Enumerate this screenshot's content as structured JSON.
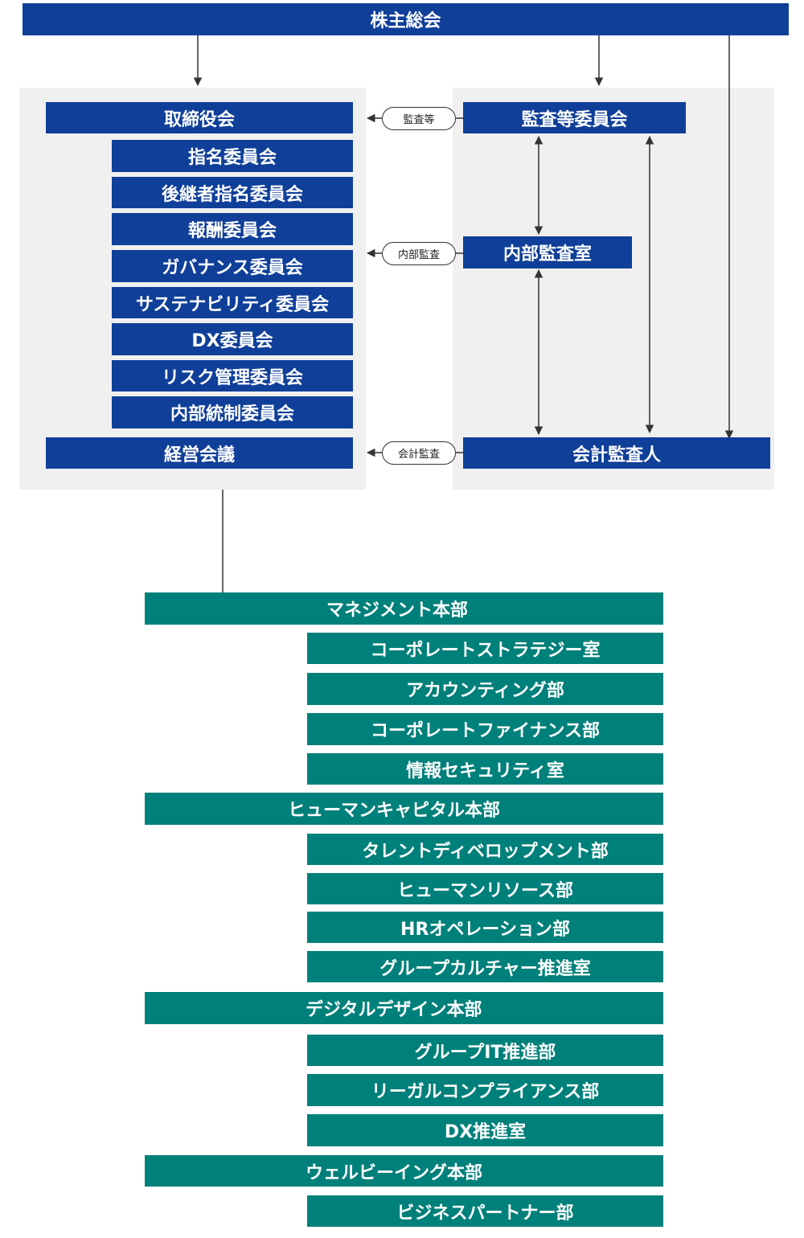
{
  "colors": {
    "governance": "#0f3f99",
    "organization": "#00807a",
    "panel": "#f0f0f0",
    "connector": "#333333"
  },
  "shareholders": "株主総会",
  "board": {
    "title": "取締役会",
    "committees": [
      "指名委員会",
      "後継者指名委員会",
      "報酬委員会",
      "ガバナンス委員会",
      "サステナビリティ委員会",
      "DX委員会",
      "リスク管理委員会",
      "内部統制委員会"
    ],
    "management_meeting": "経営会議"
  },
  "audit": {
    "committee": "監査等委員会",
    "internal_audit_office": "内部監査室",
    "accounting_auditor": "会計監査人"
  },
  "relation_labels": {
    "audit": "監査等",
    "internal_audit": "内部監査",
    "accounting_audit": "会計監査"
  },
  "organization": [
    {
      "name": "マネジメント本部",
      "units": [
        "コーポレートストラテジー室",
        "アカウンティング部",
        "コーポレートファイナンス部",
        "情報セキュリティ室"
      ]
    },
    {
      "name": "ヒューマンキャピタル本部",
      "units": [
        "タレントディベロップメント部",
        "ヒューマンリソース部",
        "HRオペレーション部",
        "グループカルチャー推進室"
      ]
    },
    {
      "name": "デジタルデザイン本部",
      "units": [
        "グループIT推進部",
        "リーガルコンプライアンス部",
        "DX推進室"
      ]
    },
    {
      "name": "ウェルビーイング本部",
      "units": [
        "ビジネスパートナー部"
      ]
    }
  ]
}
